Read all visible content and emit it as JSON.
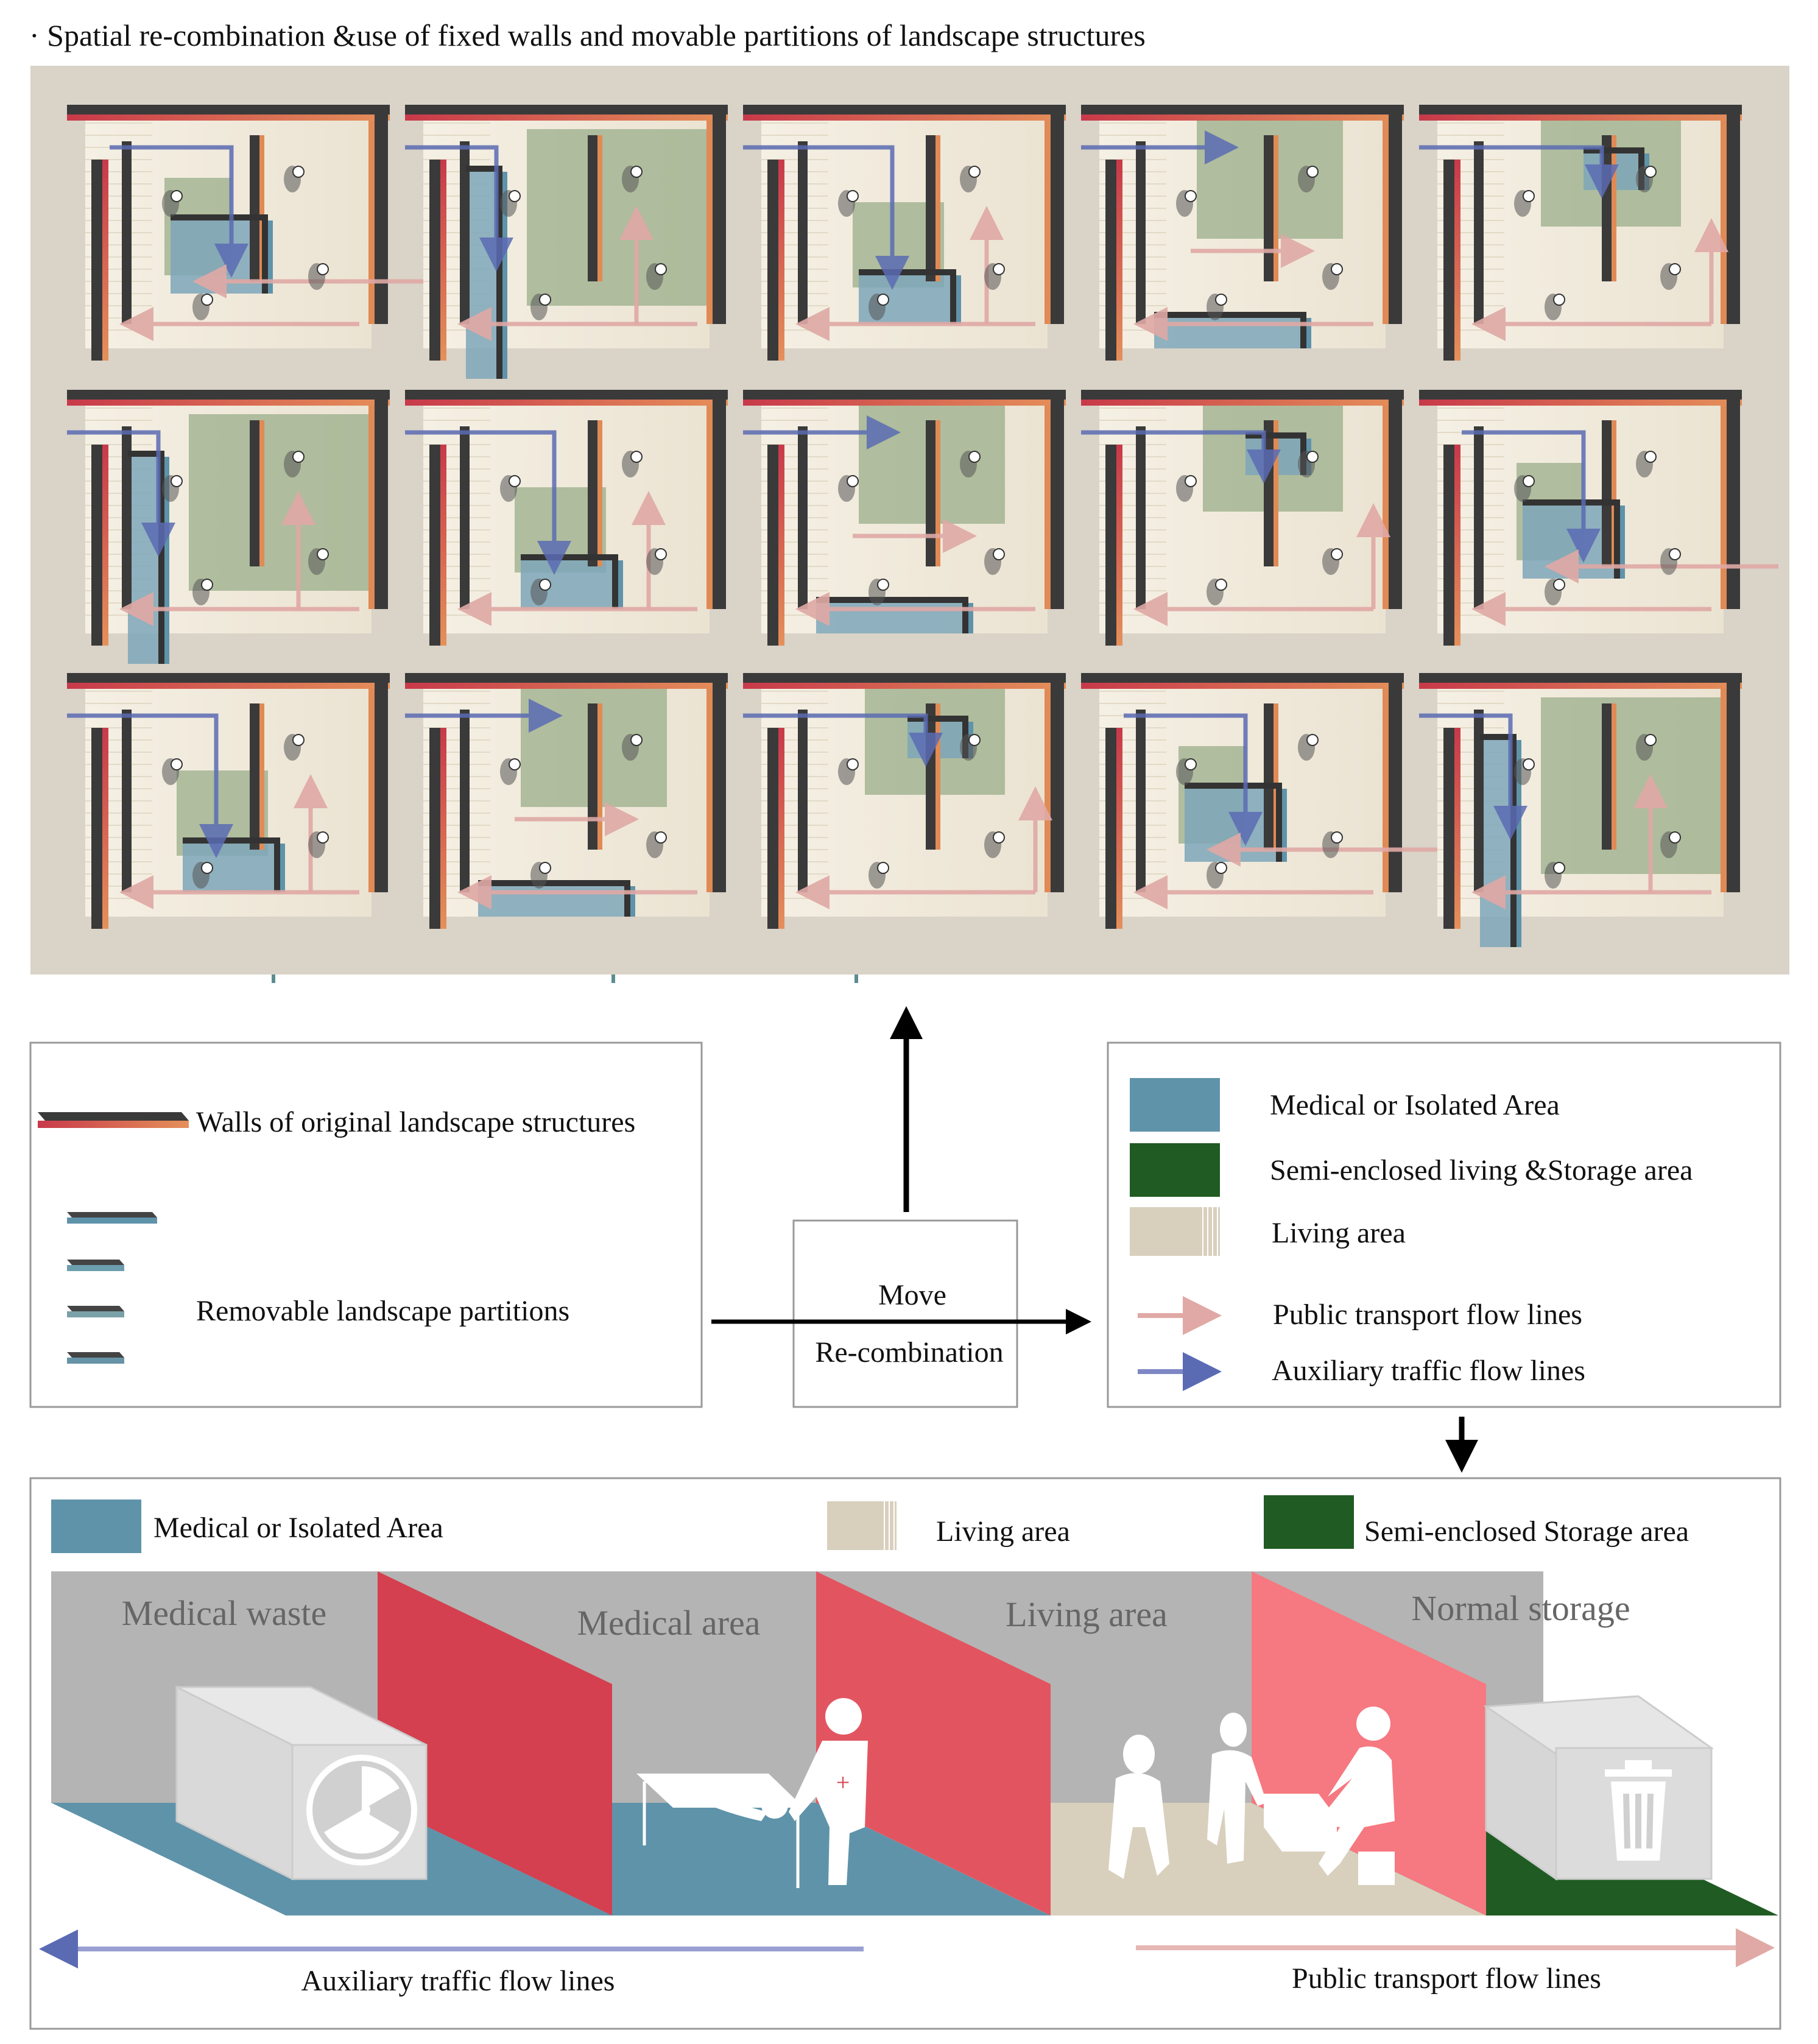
{
  "header": {
    "title": "· Spatial re-combination &use of fixed walls and movable partitions of landscape structures"
  },
  "legend_left": {
    "walls_label": "Walls of original landscape structures",
    "partitions_label": "Removable landscape partitions"
  },
  "center_box": {
    "line1": "Move",
    "line2": "Re-combination"
  },
  "legend_right": {
    "items": [
      {
        "label": "Medical  or Isolated Area",
        "color": "#5f93aa"
      },
      {
        "label": "Semi-enclosed living &Storage area",
        "color": "#1f5b22"
      },
      {
        "label": "Living area",
        "color": "#d8cfbd"
      },
      {
        "label": "Public transport flow lines",
        "color": "#e0a9a5"
      },
      {
        "label": "Auxiliary traffic flow lines",
        "color": "#7f88c4"
      }
    ]
  },
  "bottom": {
    "legend": [
      {
        "label": "Medical  or Isolated Area",
        "color": "#5f93aa"
      },
      {
        "label": "Living area",
        "color": "#d8cfbd"
      },
      {
        "label": "Semi-enclosed Storage area",
        "color": "#1f5b22"
      }
    ],
    "zones": [
      "Medical waste",
      "Medical area",
      "Living area",
      "Normal storage"
    ],
    "flow_left": "Auxiliary traffic flow lines",
    "flow_right": "Public transport flow lines"
  },
  "colors": {
    "background": "#d9d3c8",
    "wall_dark": "#3a3a3a",
    "wall_red": "#c8394a",
    "wall_orange": "#e08a55",
    "medical": "#5f93aa",
    "storage_green": "#9aad8a",
    "living": "#efe9dc",
    "public_flow": "#e0a9a5",
    "aux_flow": "#5b6bb3",
    "partition_red": "#d4404f"
  }
}
